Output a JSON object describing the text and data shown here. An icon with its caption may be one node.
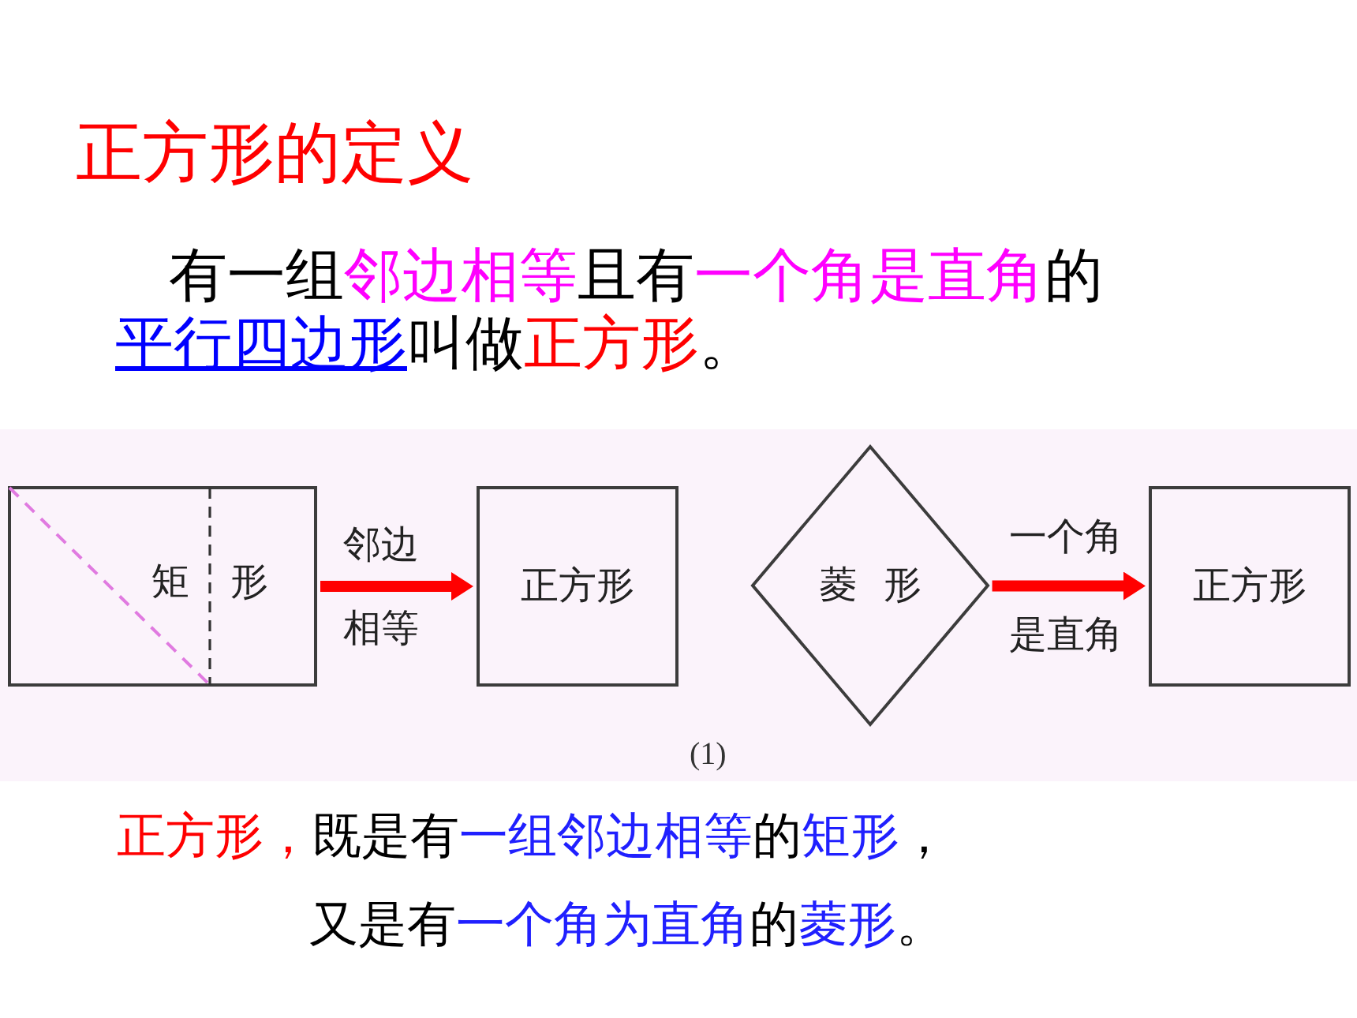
{
  "diagram": {
    "title": "正方形的定义",
    "nodes": [
      {
        "text": [
          "矩 形"
        ]
      },
      {
        "text": [
          "正方形"
        ]
      },
      {
        "text": [
          "菱 形"
        ]
      },
      {
        "text": [
          "正方形"
        ]
      }
    ],
    "edges": [
      {
        "from": 0,
        "to": 1,
        "arrow": "to",
        "label": "邻边相等"
      },
      {
        "from": 2,
        "to": 3,
        "arrow": "to",
        "label": "一个角是直角"
      }
    ],
    "labels": [
      "有一组邻边相等且有一个角是直角的平行四边形叫做正方形。",
      "(1)",
      "正方形，既是有一组邻边相等的矩形，",
      "又是有一个角为直角的菱形。"
    ]
  }
}
